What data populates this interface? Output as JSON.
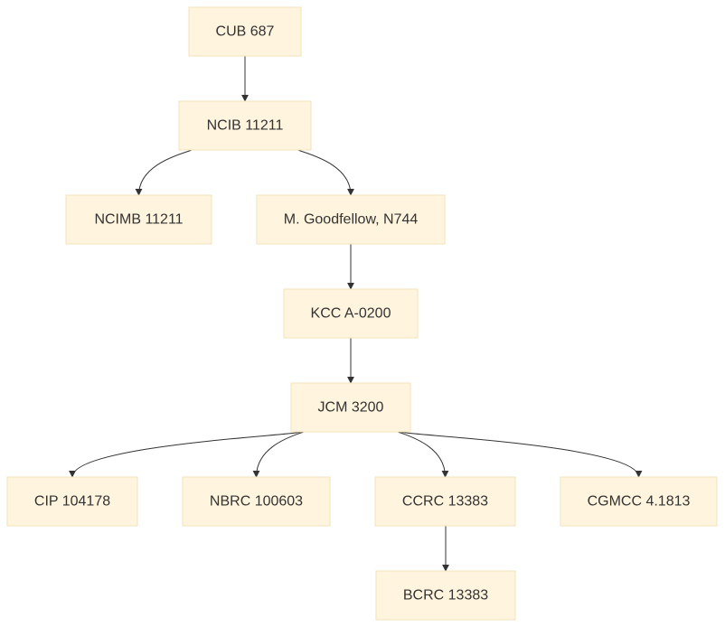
{
  "diagram": {
    "type": "lineage-tree",
    "nodes": [
      {
        "id": "cub687",
        "label": "CUB 687"
      },
      {
        "id": "ncib11211",
        "label": "NCIB 11211"
      },
      {
        "id": "ncimb11211",
        "label": "NCIMB 11211"
      },
      {
        "id": "goodfellow",
        "label": "M. Goodfellow, N744"
      },
      {
        "id": "kcc",
        "label": "KCC A-0200"
      },
      {
        "id": "jcm3200",
        "label": "JCM 3200"
      },
      {
        "id": "cip104178",
        "label": "CIP 104178"
      },
      {
        "id": "nbrc100603",
        "label": "NBRC 100603"
      },
      {
        "id": "ccrc13383",
        "label": "CCRC 13383"
      },
      {
        "id": "cgmcc",
        "label": "CGMCC 4.1813"
      },
      {
        "id": "bcrc13383",
        "label": "BCRC 13383"
      }
    ],
    "edges": [
      {
        "from": "cub687",
        "to": "ncib11211"
      },
      {
        "from": "ncib11211",
        "to": "ncimb11211"
      },
      {
        "from": "ncib11211",
        "to": "goodfellow"
      },
      {
        "from": "goodfellow",
        "to": "kcc"
      },
      {
        "from": "kcc",
        "to": "jcm3200"
      },
      {
        "from": "jcm3200",
        "to": "cip104178"
      },
      {
        "from": "jcm3200",
        "to": "nbrc100603"
      },
      {
        "from": "jcm3200",
        "to": "ccrc13383"
      },
      {
        "from": "jcm3200",
        "to": "cgmcc"
      },
      {
        "from": "ccrc13383",
        "to": "bcrc13383"
      }
    ]
  }
}
